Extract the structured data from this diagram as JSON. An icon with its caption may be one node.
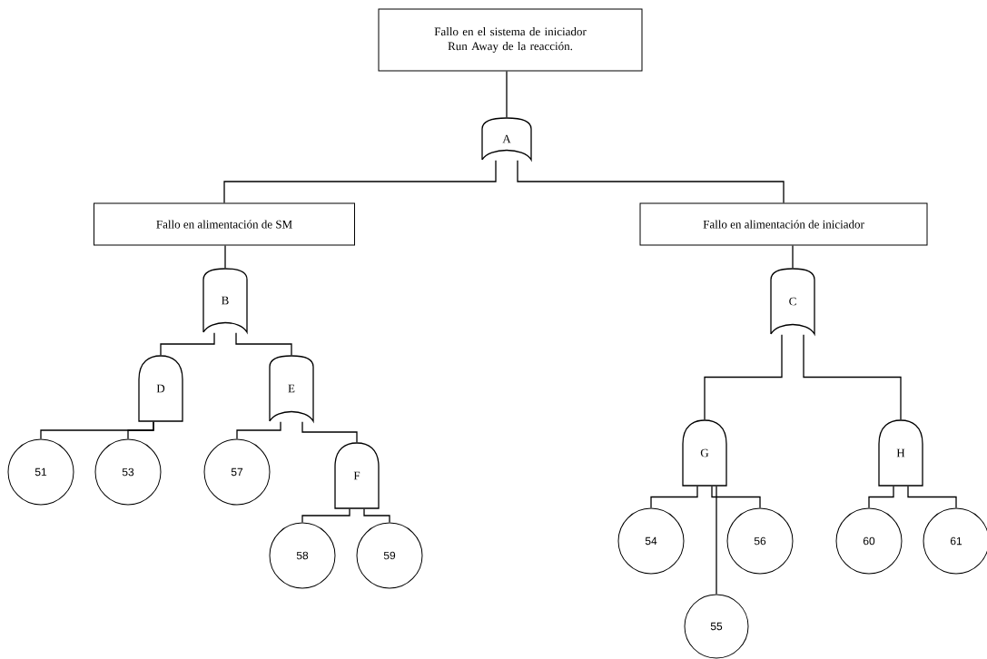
{
  "diagram": {
    "nodes": [
      {
        "text": [
          "Fallo en el sistema de iniciador Run Away de la reacción."
        ]
      },
      {
        "text": [
          "A"
        ]
      },
      {
        "text": [
          "Fallo en alimentación de SM"
        ]
      },
      {
        "text": [
          "Fallo en alimentación de iniciador"
        ]
      },
      {
        "text": [
          "B"
        ]
      },
      {
        "text": [
          "C"
        ]
      },
      {
        "text": [
          "D"
        ]
      },
      {
        "text": [
          "E"
        ]
      },
      {
        "text": [
          "51"
        ]
      },
      {
        "text": [
          "53"
        ]
      },
      {
        "text": [
          "57"
        ]
      },
      {
        "text": [
          "F"
        ]
      },
      {
        "text": [
          "58"
        ]
      },
      {
        "text": [
          "59"
        ]
      },
      {
        "text": [
          "G"
        ]
      },
      {
        "text": [
          "H"
        ]
      },
      {
        "text": [
          "54"
        ]
      },
      {
        "text": [
          "56"
        ]
      },
      {
        "text": [
          "55"
        ]
      },
      {
        "text": [
          "60"
        ]
      },
      {
        "text": [
          "61"
        ]
      }
    ],
    "edges": [
      {
        "from": 0,
        "to": 1,
        "arrow": "none"
      },
      {
        "from": 1,
        "to": 2,
        "arrow": "none"
      },
      {
        "from": 1,
        "to": 3,
        "arrow": "none"
      },
      {
        "from": 2,
        "to": 4,
        "arrow": "none"
      },
      {
        "from": 3,
        "to": 5,
        "arrow": "none"
      },
      {
        "from": 4,
        "to": 6,
        "arrow": "none"
      },
      {
        "from": 4,
        "to": 7,
        "arrow": "none"
      },
      {
        "from": 5,
        "to": 14,
        "arrow": "none"
      },
      {
        "from": 5,
        "to": 15,
        "arrow": "none"
      },
      {
        "from": 6,
        "to": 8,
        "arrow": "none"
      },
      {
        "from": 6,
        "to": 9,
        "arrow": "none"
      },
      {
        "from": 7,
        "to": 10,
        "arrow": "none"
      },
      {
        "from": 7,
        "to": 11,
        "arrow": "none"
      },
      {
        "from": 11,
        "to": 12,
        "arrow": "none"
      },
      {
        "from": 11,
        "to": 13,
        "arrow": "none"
      },
      {
        "from": 14,
        "to": 16,
        "arrow": "none"
      },
      {
        "from": 14,
        "to": 18,
        "arrow": "none"
      },
      {
        "from": 14,
        "to": 17,
        "arrow": "none"
      },
      {
        "from": 15,
        "to": 19,
        "arrow": "none"
      },
      {
        "from": 15,
        "to": 20,
        "arrow": "none"
      }
    ]
  }
}
